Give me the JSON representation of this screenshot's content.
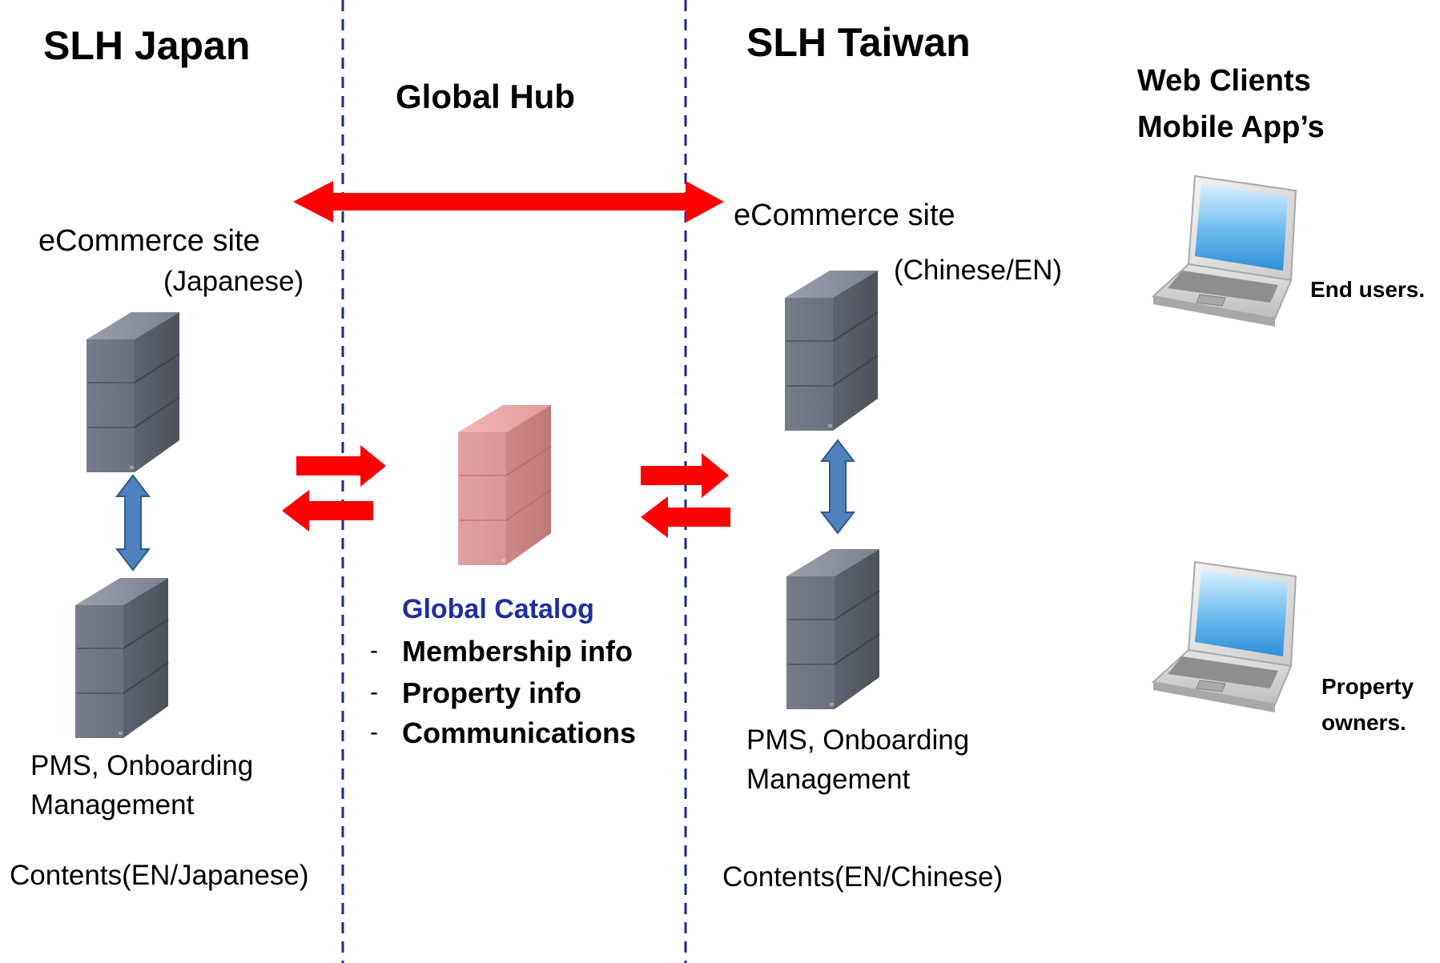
{
  "regions": {
    "japan": "SLH Japan",
    "hub": "Global Hub",
    "taiwan": "SLH Taiwan",
    "clients_line1": "Web Clients",
    "clients_line2": "Mobile App’s"
  },
  "japan": {
    "ecommerce": "eCommerce site",
    "lang": "(Japanese)",
    "pms": "PMS, Onboarding\nManagement",
    "contents": "Contents(EN/Japanese)"
  },
  "taiwan": {
    "ecommerce": "eCommerce site",
    "lang": "(Chinese/EN)",
    "pms": "PMS, Onboarding\nManagement",
    "contents": "Contents(EN/Chinese)"
  },
  "hub": {
    "catalog_title": "Global Catalog",
    "items": [
      "Membership info",
      "Property info",
      "Communications"
    ],
    "item_dash": "-"
  },
  "clients": {
    "end_users": "End users.",
    "property_owners": "Property\nowners."
  },
  "colors": {
    "red_arrow": "#ff0000",
    "blue_arrow": "#4f81bd",
    "server_gray": "#6d7381",
    "server_pink": "#d88c8c",
    "divider": "#1b2a8a",
    "catalog_title": "#1f2ea0"
  },
  "icons": [
    "server-icon",
    "laptop-icon",
    "double-arrow-icon"
  ]
}
